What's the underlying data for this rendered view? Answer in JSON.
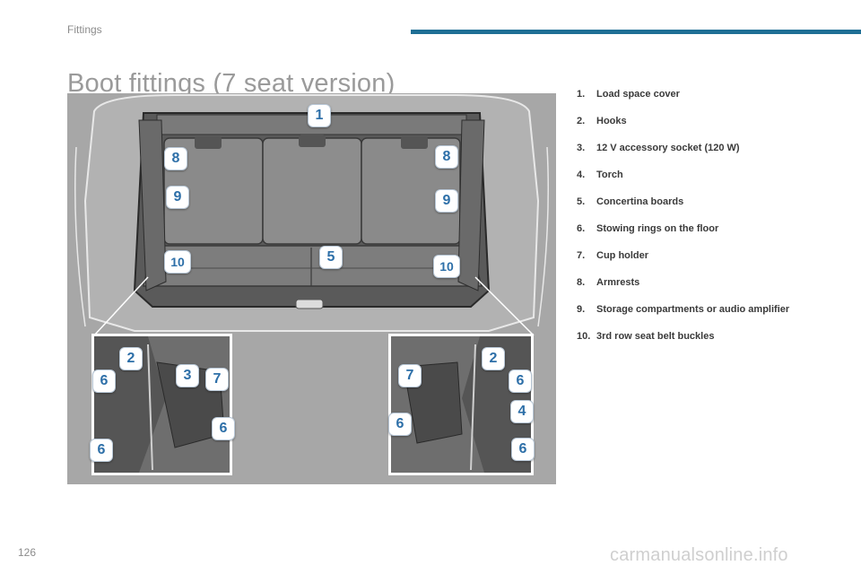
{
  "header": {
    "section": "Fittings",
    "title": "Boot fittings (7 seat version)"
  },
  "figure": {
    "callouts": {
      "c1": "1",
      "c8_left": "8",
      "c8_right": "8",
      "c9_left": "9",
      "c9_right": "9",
      "c10_left": "10",
      "c10_right": "10",
      "c5": "5",
      "l2": "2",
      "l6_top": "6",
      "l3": "3",
      "l7": "7",
      "l6_mid": "6",
      "l6_bottom": "6",
      "r7": "7",
      "r2": "2",
      "r6_top": "6",
      "r6_mid": "6",
      "r4": "4",
      "r6_bottom": "6"
    }
  },
  "legend": [
    {
      "num": "1.",
      "text": "Load space cover"
    },
    {
      "num": "2.",
      "text": "Hooks"
    },
    {
      "num": "3.",
      "text": "12 V accessory socket (120 W)"
    },
    {
      "num": "4.",
      "text": "Torch"
    },
    {
      "num": "5.",
      "text": "Concertina boards"
    },
    {
      "num": "6.",
      "text": "Stowing rings on the floor"
    },
    {
      "num": "7.",
      "text": "Cup holder"
    },
    {
      "num": "8.",
      "text": "Armrests"
    },
    {
      "num": "9.",
      "text": "Storage compartments or audio amplifier"
    },
    {
      "num": "10.",
      "text": "3rd row seat belt buckles"
    }
  ],
  "footer": {
    "page_number": "126",
    "watermark": "carmanualsonline.info"
  },
  "colors": {
    "accent_bar": "#1f6f95",
    "callout_text": "#2d6fa8"
  }
}
